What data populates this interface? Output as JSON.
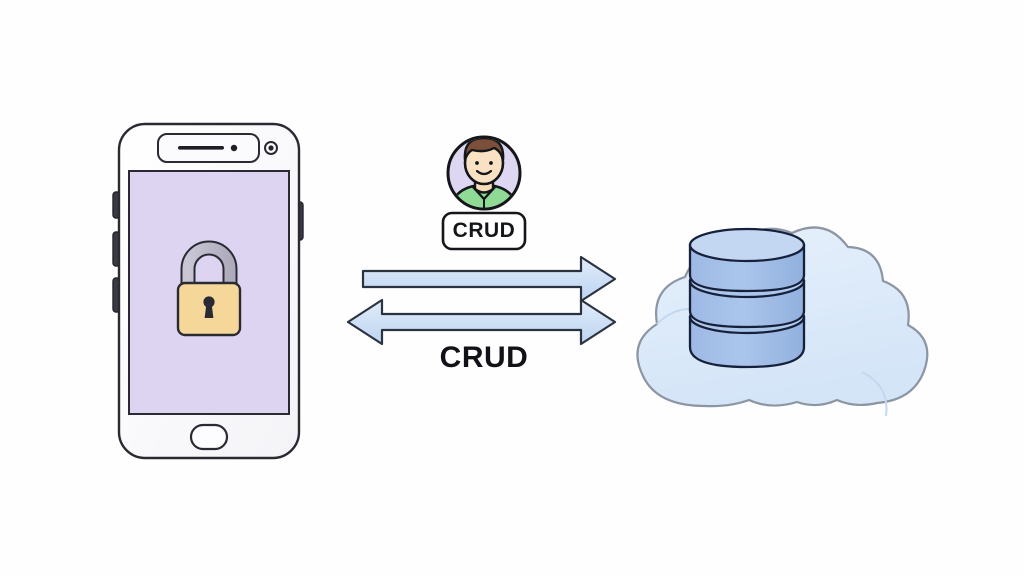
{
  "diagram": {
    "type": "architecture-diagram",
    "background_color": "#fefefe",
    "title_text": "",
    "nodes": [
      {
        "id": "mobile-device",
        "label": "",
        "icon": "locked-smartphone",
        "position": "left",
        "screen_color": "#ddd4f2",
        "body_color": "#ffffff",
        "outline_color": "#2a2a33"
      },
      {
        "id": "user-actor",
        "label": "",
        "icon": "user-avatar",
        "position": "center-top",
        "avatar_background": "#ded7f2",
        "hair_color": "#7b4f3a",
        "skin_color": "#f7dcb9",
        "shirt_color": "#8fdb95",
        "outline_color": "#15161a"
      },
      {
        "id": "cloud-database",
        "label": "",
        "icon": "cloud-database",
        "position": "right",
        "cloud_color": "#dce9f7",
        "cloud_outline": "#8b95a4",
        "db_color": "#a6c2e8",
        "db_outline": "#16203a"
      }
    ],
    "badges": [
      {
        "id": "crud-badge",
        "text": "CRUD",
        "shape": "rounded-rectangle",
        "fill": "#ffffff",
        "stroke": "#15161a"
      }
    ],
    "connectors": [
      {
        "id": "request-arrow",
        "direction": "right",
        "heads": 1,
        "label": "",
        "fill": "#cfe0f5",
        "stroke": "#2b3340"
      },
      {
        "id": "response-arrow",
        "direction": "both",
        "heads": 2,
        "label": "CRUD",
        "fill": "#cfe0f5",
        "stroke": "#2b3340"
      }
    ],
    "labels": [
      {
        "id": "crud-main-label",
        "text": "CRUD",
        "color": "#111217"
      }
    ]
  },
  "accent_colors": {
    "lavender": "#ddd4f2",
    "cloud_blue": "#dce9f7",
    "database_blue": "#a6c2e8",
    "arrow_blue": "#cfe0f5",
    "lock_amber": "#f5d79a",
    "shirt_green": "#8fdb95",
    "outline_dark": "#2a2a33"
  }
}
